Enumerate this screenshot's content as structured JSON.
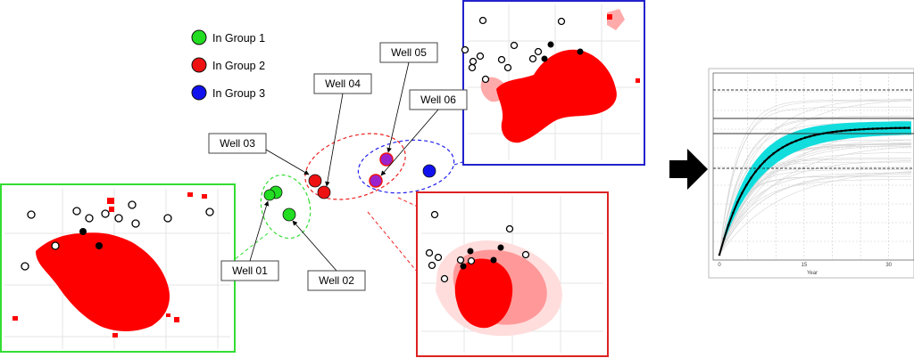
{
  "legend": {
    "items": [
      {
        "label": "In Group 1",
        "color": "#22dd22"
      },
      {
        "label": "In Group 2",
        "color": "#ee1111"
      },
      {
        "label": "In Group 3",
        "color": "#1111ee"
      }
    ]
  },
  "wells": {
    "w01": "Well 01",
    "w02": "Well 02",
    "w03": "Well 03",
    "w04": "Well 04",
    "w05": "Well 05",
    "w06": "Well 06"
  },
  "colors": {
    "group1": "#22dd22",
    "group2": "#ee1111",
    "group3": "#1111ee",
    "overlap": "#9922cc",
    "plume": "#ff0000",
    "plume_light": "#ffaaaa",
    "band": "#11dddd",
    "arrow": "#000000"
  },
  "chart_data": {
    "type": "line",
    "title": "",
    "xlabel": "Year",
    "ylabel": "",
    "x_ticks": [
      "0",
      "15",
      "30"
    ],
    "xlim": [
      0,
      34
    ],
    "grid": true
  },
  "icons": {
    "process_arrow": "right-arrow-icon"
  }
}
